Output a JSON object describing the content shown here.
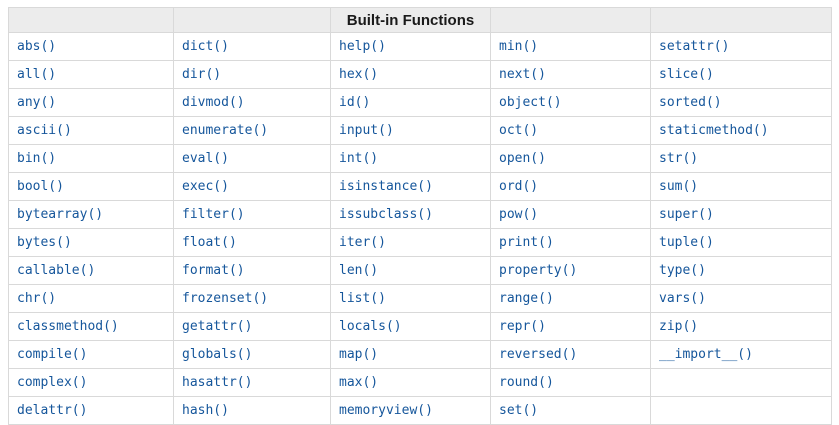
{
  "table": {
    "title": "Built-in Functions",
    "row_count": 14,
    "column_count": 5,
    "colors": {
      "link": "#15569b",
      "header_background": "#ececec",
      "border": "#d9d9d9",
      "header_text": "#1a1a1a"
    },
    "columns": [
      {
        "functions": [
          "abs()",
          "all()",
          "any()",
          "ascii()",
          "bin()",
          "bool()",
          "bytearray()",
          "bytes()",
          "callable()",
          "chr()",
          "classmethod()",
          "compile()",
          "complex()",
          "delattr()"
        ]
      },
      {
        "functions": [
          "dict()",
          "dir()",
          "divmod()",
          "enumerate()",
          "eval()",
          "exec()",
          "filter()",
          "float()",
          "format()",
          "frozenset()",
          "getattr()",
          "globals()",
          "hasattr()",
          "hash()"
        ]
      },
      {
        "functions": [
          "help()",
          "hex()",
          "id()",
          "input()",
          "int()",
          "isinstance()",
          "issubclass()",
          "iter()",
          "len()",
          "list()",
          "locals()",
          "map()",
          "max()",
          "memoryview()"
        ]
      },
      {
        "functions": [
          "min()",
          "next()",
          "object()",
          "oct()",
          "open()",
          "ord()",
          "pow()",
          "print()",
          "property()",
          "range()",
          "repr()",
          "reversed()",
          "round()",
          "set()"
        ]
      },
      {
        "functions": [
          "setattr()",
          "slice()",
          "sorted()",
          "staticmethod()",
          "str()",
          "sum()",
          "super()",
          "tuple()",
          "type()",
          "vars()",
          "zip()",
          "__import__()",
          "",
          ""
        ]
      }
    ]
  }
}
